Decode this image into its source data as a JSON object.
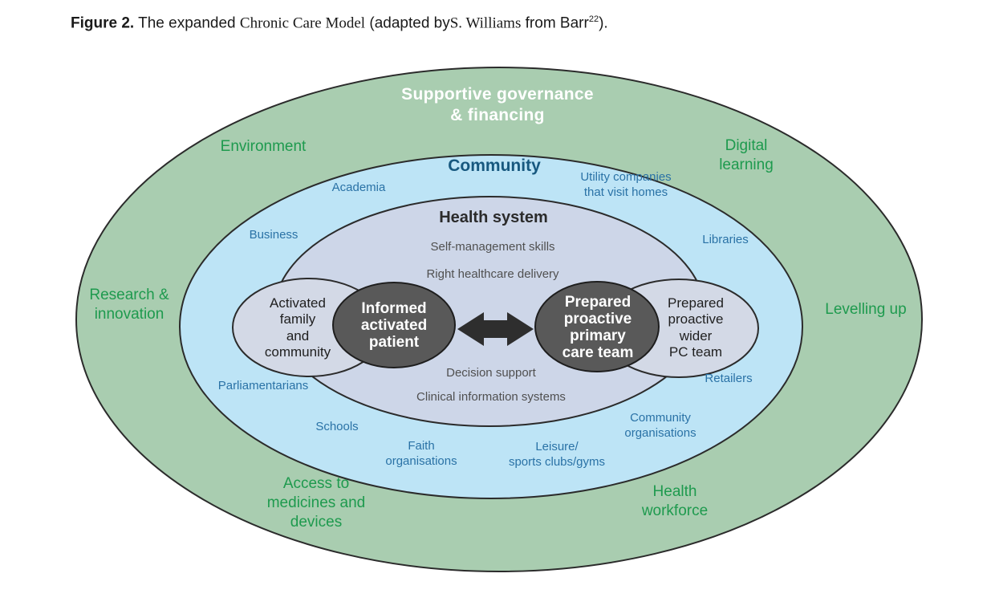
{
  "caption": {
    "figure_label": "Figure 2.",
    "text_a": "The expanded",
    "text_b": "Chronic Care Model",
    "text_c": "(adapted by",
    "text_d": "S. Williams",
    "text_e": "from Barr",
    "superscript": "22",
    "text_f": ")."
  },
  "outer_ring": {
    "title": [
      "Supportive governance",
      "& financing"
    ],
    "environment": "Environment",
    "digital_learning": [
      "Digital",
      "learning"
    ],
    "research": [
      "Research &",
      "innovation"
    ],
    "levelling_up": "Levelling up",
    "access": [
      "Access to",
      "medicines and",
      "devices"
    ],
    "health_workforce": [
      "Health",
      "workforce"
    ]
  },
  "community": {
    "title": "Community",
    "academia": "Academia",
    "utility": [
      "Utility companies",
      "that visit homes"
    ],
    "business": "Business",
    "libraries": "Libraries",
    "parliamentarians": "Parliamentarians",
    "retailers": "Retailers",
    "schools": "Schools",
    "faith": [
      "Faith",
      "organisations"
    ],
    "leisure": [
      "Leisure/",
      "sports clubs/gyms"
    ],
    "community_orgs": [
      "Community",
      "organisations"
    ]
  },
  "health_system": {
    "title": "Health system",
    "self_management": "Self-management skills",
    "right_delivery": "Right healthcare delivery",
    "decision_support": "Decision support",
    "clinical_info": "Clinical information systems"
  },
  "left_side": {
    "outer": [
      "Activated",
      "family",
      "and",
      "community"
    ],
    "core": [
      "Informed",
      "activated",
      "patient"
    ]
  },
  "right_side": {
    "core": [
      "Prepared",
      "proactive",
      "primary",
      "care team"
    ],
    "outer": [
      "Prepared",
      "proactive",
      "wider",
      "PC team"
    ]
  },
  "colors": {
    "outer_fill": "#a9cdb0",
    "community_fill": "#bde4f6",
    "health_fill": "#cdd6e8",
    "side_fill": "#d3d9e6",
    "core_fill": "#595959",
    "stroke": "#2b2b2b",
    "arrow": "#2e2e2e"
  }
}
